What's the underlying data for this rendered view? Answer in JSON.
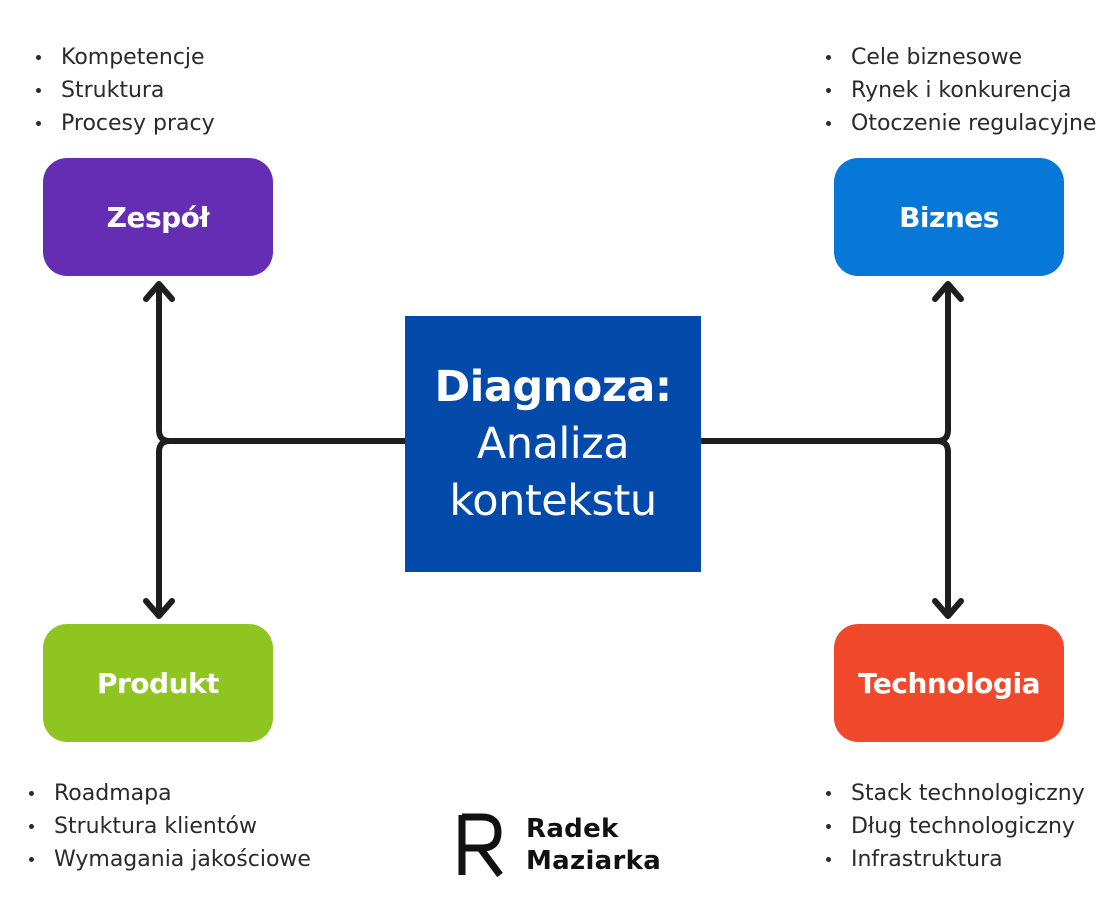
{
  "center": {
    "title": "Diagnoza:",
    "subtitle_line1": "Analiza",
    "subtitle_line2": "kontekstu",
    "color": "#034AAA"
  },
  "nodes": {
    "team": {
      "label": "Zespół",
      "color": "#652DB4",
      "bullets": [
        "Kompetencje",
        "Struktura",
        "Procesy pracy"
      ]
    },
    "business": {
      "label": "Biznes",
      "color": "#0878D8",
      "bullets": [
        "Cele biznesowe",
        "Rynek i konkurencja",
        "Otoczenie regulacyjne"
      ]
    },
    "product": {
      "label": "Produkt",
      "color": "#8EC521",
      "bullets": [
        "Roadmapa",
        "Struktura klientów",
        "Wymagania jakościowe"
      ]
    },
    "technology": {
      "label": "Technologia",
      "color": "#F0482A",
      "bullets": [
        "Stack technologiczny",
        "Dług technologiczny",
        "Infrastruktura"
      ]
    }
  },
  "logo": {
    "mark": "R",
    "line1": "Radek",
    "line2": "Maziarka"
  },
  "connector_color": "#1e1e1e"
}
